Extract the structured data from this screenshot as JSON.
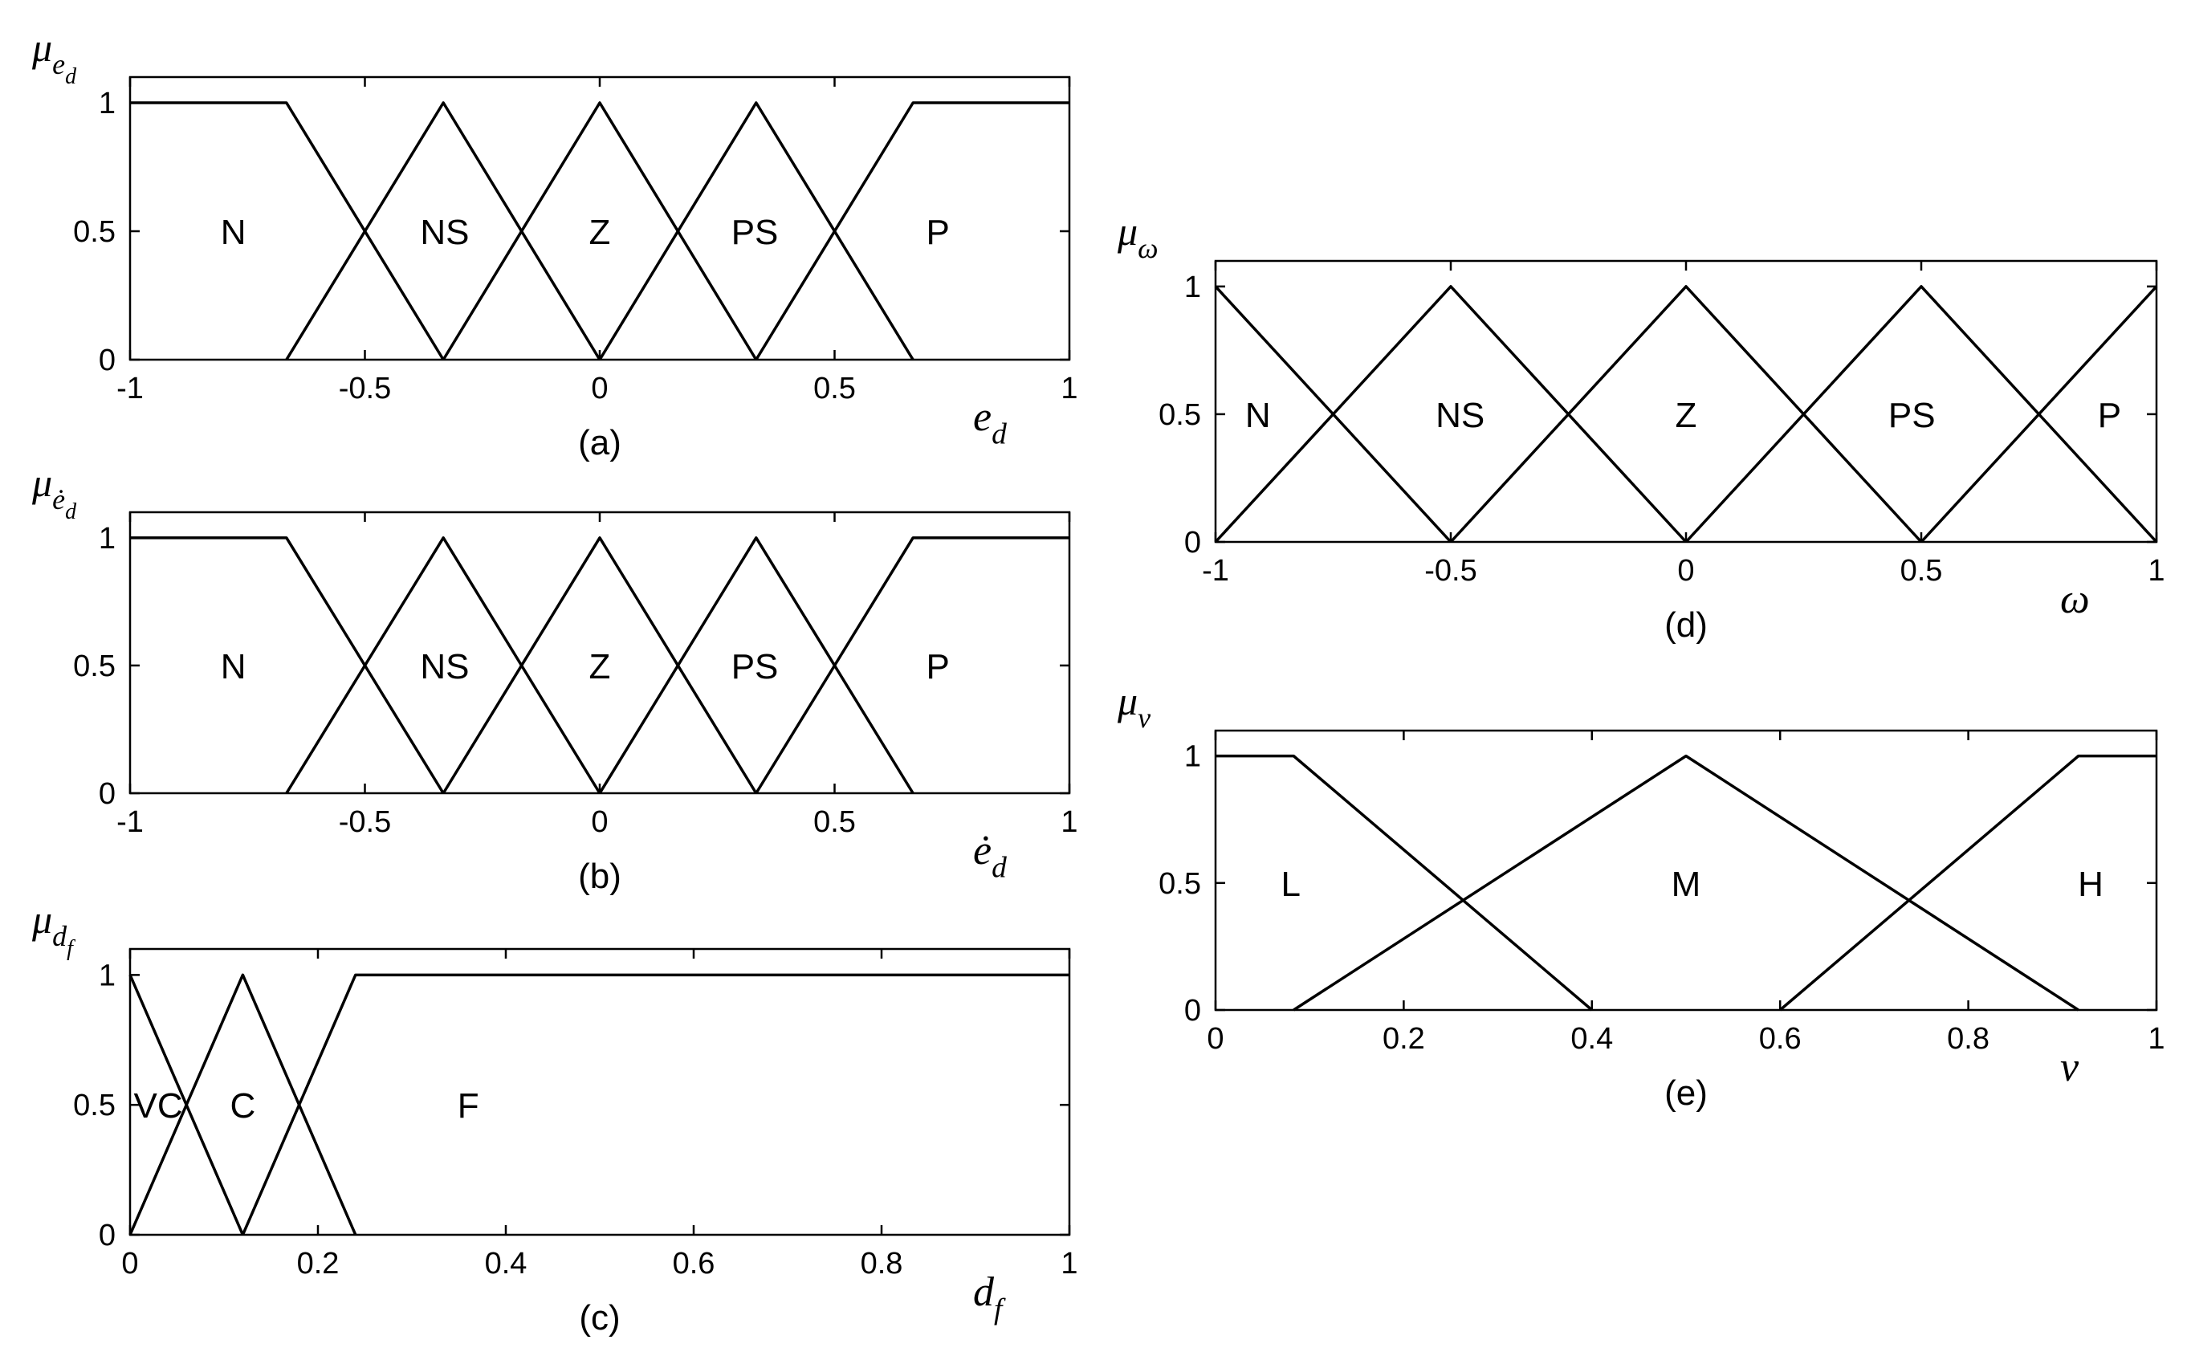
{
  "chart_data": [
    {
      "id": "a",
      "type": "line",
      "caption": "(a)",
      "ylabel_base": "μ",
      "ylabel_sub": "e",
      "ylabel_subsub": "d",
      "xlabel_base": "e",
      "xlabel_sub": "d",
      "xlim": [
        -1,
        1
      ],
      "ylim": [
        0,
        1.1
      ],
      "xticks": [
        -1,
        -0.5,
        0,
        0.5,
        1
      ],
      "xtick_labels": [
        "-1",
        "-0.5",
        "0",
        "0.5",
        "1"
      ],
      "yticks": [
        0,
        0.5,
        1
      ],
      "ytick_labels": [
        "0",
        "0.5",
        "1"
      ],
      "grid": false,
      "series": [
        {
          "name": "N",
          "x": [
            -1,
            -0.667,
            -0.333
          ],
          "y": [
            1,
            1,
            0
          ],
          "label_pos": [
            -0.78,
            0.5
          ]
        },
        {
          "name": "NS",
          "x": [
            -0.667,
            -0.333,
            0
          ],
          "y": [
            0,
            1,
            0
          ],
          "label_pos": [
            -0.33,
            0.5
          ]
        },
        {
          "name": "Z",
          "x": [
            -0.333,
            0,
            0.333
          ],
          "y": [
            0,
            1,
            0
          ],
          "label_pos": [
            0,
            0.5
          ]
        },
        {
          "name": "PS",
          "x": [
            0,
            0.333,
            0.667
          ],
          "y": [
            0,
            1,
            0
          ],
          "label_pos": [
            0.33,
            0.5
          ]
        },
        {
          "name": "P",
          "x": [
            0.333,
            0.667,
            1
          ],
          "y": [
            0,
            1,
            1
          ],
          "label_pos": [
            0.72,
            0.5
          ]
        }
      ]
    },
    {
      "id": "b",
      "type": "line",
      "caption": "(b)",
      "ylabel_base": "μ",
      "ylabel_sub": "ė",
      "ylabel_subsub": "d",
      "xlabel_base": "ė",
      "xlabel_sub": "d",
      "xlim": [
        -1,
        1
      ],
      "ylim": [
        0,
        1.1
      ],
      "xticks": [
        -1,
        -0.5,
        0,
        0.5,
        1
      ],
      "xtick_labels": [
        "-1",
        "-0.5",
        "0",
        "0.5",
        "1"
      ],
      "yticks": [
        0,
        0.5,
        1
      ],
      "ytick_labels": [
        "0",
        "0.5",
        "1"
      ],
      "grid": false,
      "series": [
        {
          "name": "N",
          "x": [
            -1,
            -0.667,
            -0.333
          ],
          "y": [
            1,
            1,
            0
          ],
          "label_pos": [
            -0.78,
            0.5
          ]
        },
        {
          "name": "NS",
          "x": [
            -0.667,
            -0.333,
            0
          ],
          "y": [
            0,
            1,
            0
          ],
          "label_pos": [
            -0.33,
            0.5
          ]
        },
        {
          "name": "Z",
          "x": [
            -0.333,
            0,
            0.333
          ],
          "y": [
            0,
            1,
            0
          ],
          "label_pos": [
            0,
            0.5
          ]
        },
        {
          "name": "PS",
          "x": [
            0,
            0.333,
            0.667
          ],
          "y": [
            0,
            1,
            0
          ],
          "label_pos": [
            0.33,
            0.5
          ]
        },
        {
          "name": "P",
          "x": [
            0.333,
            0.667,
            1
          ],
          "y": [
            0,
            1,
            1
          ],
          "label_pos": [
            0.72,
            0.5
          ]
        }
      ]
    },
    {
      "id": "c",
      "type": "line",
      "caption": "(c)",
      "ylabel_base": "μ",
      "ylabel_sub": "d",
      "ylabel_subsub": "f",
      "xlabel_base": "d",
      "xlabel_sub": "f",
      "xlim": [
        0,
        1
      ],
      "ylim": [
        0,
        1.1
      ],
      "xticks": [
        0,
        0.2,
        0.4,
        0.6,
        0.8,
        1
      ],
      "xtick_labels": [
        "0",
        "0.2",
        "0.4",
        "0.6",
        "0.8",
        "1"
      ],
      "yticks": [
        0,
        0.5,
        1
      ],
      "ytick_labels": [
        "0",
        "0.5",
        "1"
      ],
      "grid": false,
      "series": [
        {
          "name": "VC",
          "x": [
            0,
            0.12
          ],
          "y": [
            1,
            0
          ],
          "label_pos": [
            0.03,
            0.5
          ]
        },
        {
          "name": "C",
          "x": [
            0,
            0.12,
            0.24
          ],
          "y": [
            0,
            1,
            0
          ],
          "label_pos": [
            0.12,
            0.5
          ]
        },
        {
          "name": "F",
          "x": [
            0.12,
            0.24,
            1
          ],
          "y": [
            0,
            1,
            1
          ],
          "label_pos": [
            0.36,
            0.5
          ]
        }
      ]
    },
    {
      "id": "d",
      "type": "line",
      "caption": "(d)",
      "ylabel_base": "μ",
      "ylabel_sub": "ω",
      "ylabel_subsub": "",
      "xlabel_base": "ω",
      "xlabel_sub": "",
      "xlim": [
        -1,
        1
      ],
      "ylim": [
        0,
        1.1
      ],
      "xticks": [
        -1,
        -0.5,
        0,
        0.5,
        1
      ],
      "xtick_labels": [
        "-1",
        "-0.5",
        "0",
        "0.5",
        "1"
      ],
      "yticks": [
        0,
        0.5,
        1
      ],
      "ytick_labels": [
        "0",
        "0.5",
        "1"
      ],
      "grid": false,
      "series": [
        {
          "name": "N",
          "x": [
            -1,
            -0.5
          ],
          "y": [
            1,
            0
          ],
          "label_pos": [
            -0.91,
            0.5
          ]
        },
        {
          "name": "NS",
          "x": [
            -1,
            -0.5,
            0
          ],
          "y": [
            0,
            1,
            0
          ],
          "label_pos": [
            -0.48,
            0.5
          ]
        },
        {
          "name": "Z",
          "x": [
            -0.5,
            0,
            0.5
          ],
          "y": [
            0,
            1,
            0
          ],
          "label_pos": [
            0,
            0.5
          ]
        },
        {
          "name": "PS",
          "x": [
            0,
            0.5,
            1
          ],
          "y": [
            0,
            1,
            0
          ],
          "label_pos": [
            0.48,
            0.5
          ]
        },
        {
          "name": "P",
          "x": [
            0.5,
            1
          ],
          "y": [
            0,
            1
          ],
          "label_pos": [
            0.9,
            0.5
          ]
        }
      ]
    },
    {
      "id": "e",
      "type": "line",
      "caption": "(e)",
      "ylabel_base": "μ",
      "ylabel_sub": "v",
      "ylabel_subsub": "",
      "xlabel_base": "v",
      "xlabel_sub": "",
      "xlim": [
        0,
        1
      ],
      "ylim": [
        0,
        1.1
      ],
      "xticks": [
        0,
        0.2,
        0.4,
        0.6,
        0.8,
        1
      ],
      "xtick_labels": [
        "0",
        "0.2",
        "0.4",
        "0.6",
        "0.8",
        "1"
      ],
      "yticks": [
        0,
        0.5,
        1
      ],
      "ytick_labels": [
        "0",
        "0.5",
        "1"
      ],
      "grid": false,
      "series": [
        {
          "name": "L",
          "x": [
            0,
            0.083,
            0.4
          ],
          "y": [
            1,
            1,
            0
          ],
          "label_pos": [
            0.08,
            0.5
          ]
        },
        {
          "name": "M",
          "x": [
            0.083,
            0.5,
            0.917
          ],
          "y": [
            0,
            1,
            0
          ],
          "label_pos": [
            0.5,
            0.5
          ]
        },
        {
          "name": "H",
          "x": [
            0.6,
            0.917,
            1
          ],
          "y": [
            0,
            1,
            1
          ],
          "label_pos": [
            0.93,
            0.5
          ]
        }
      ]
    }
  ]
}
